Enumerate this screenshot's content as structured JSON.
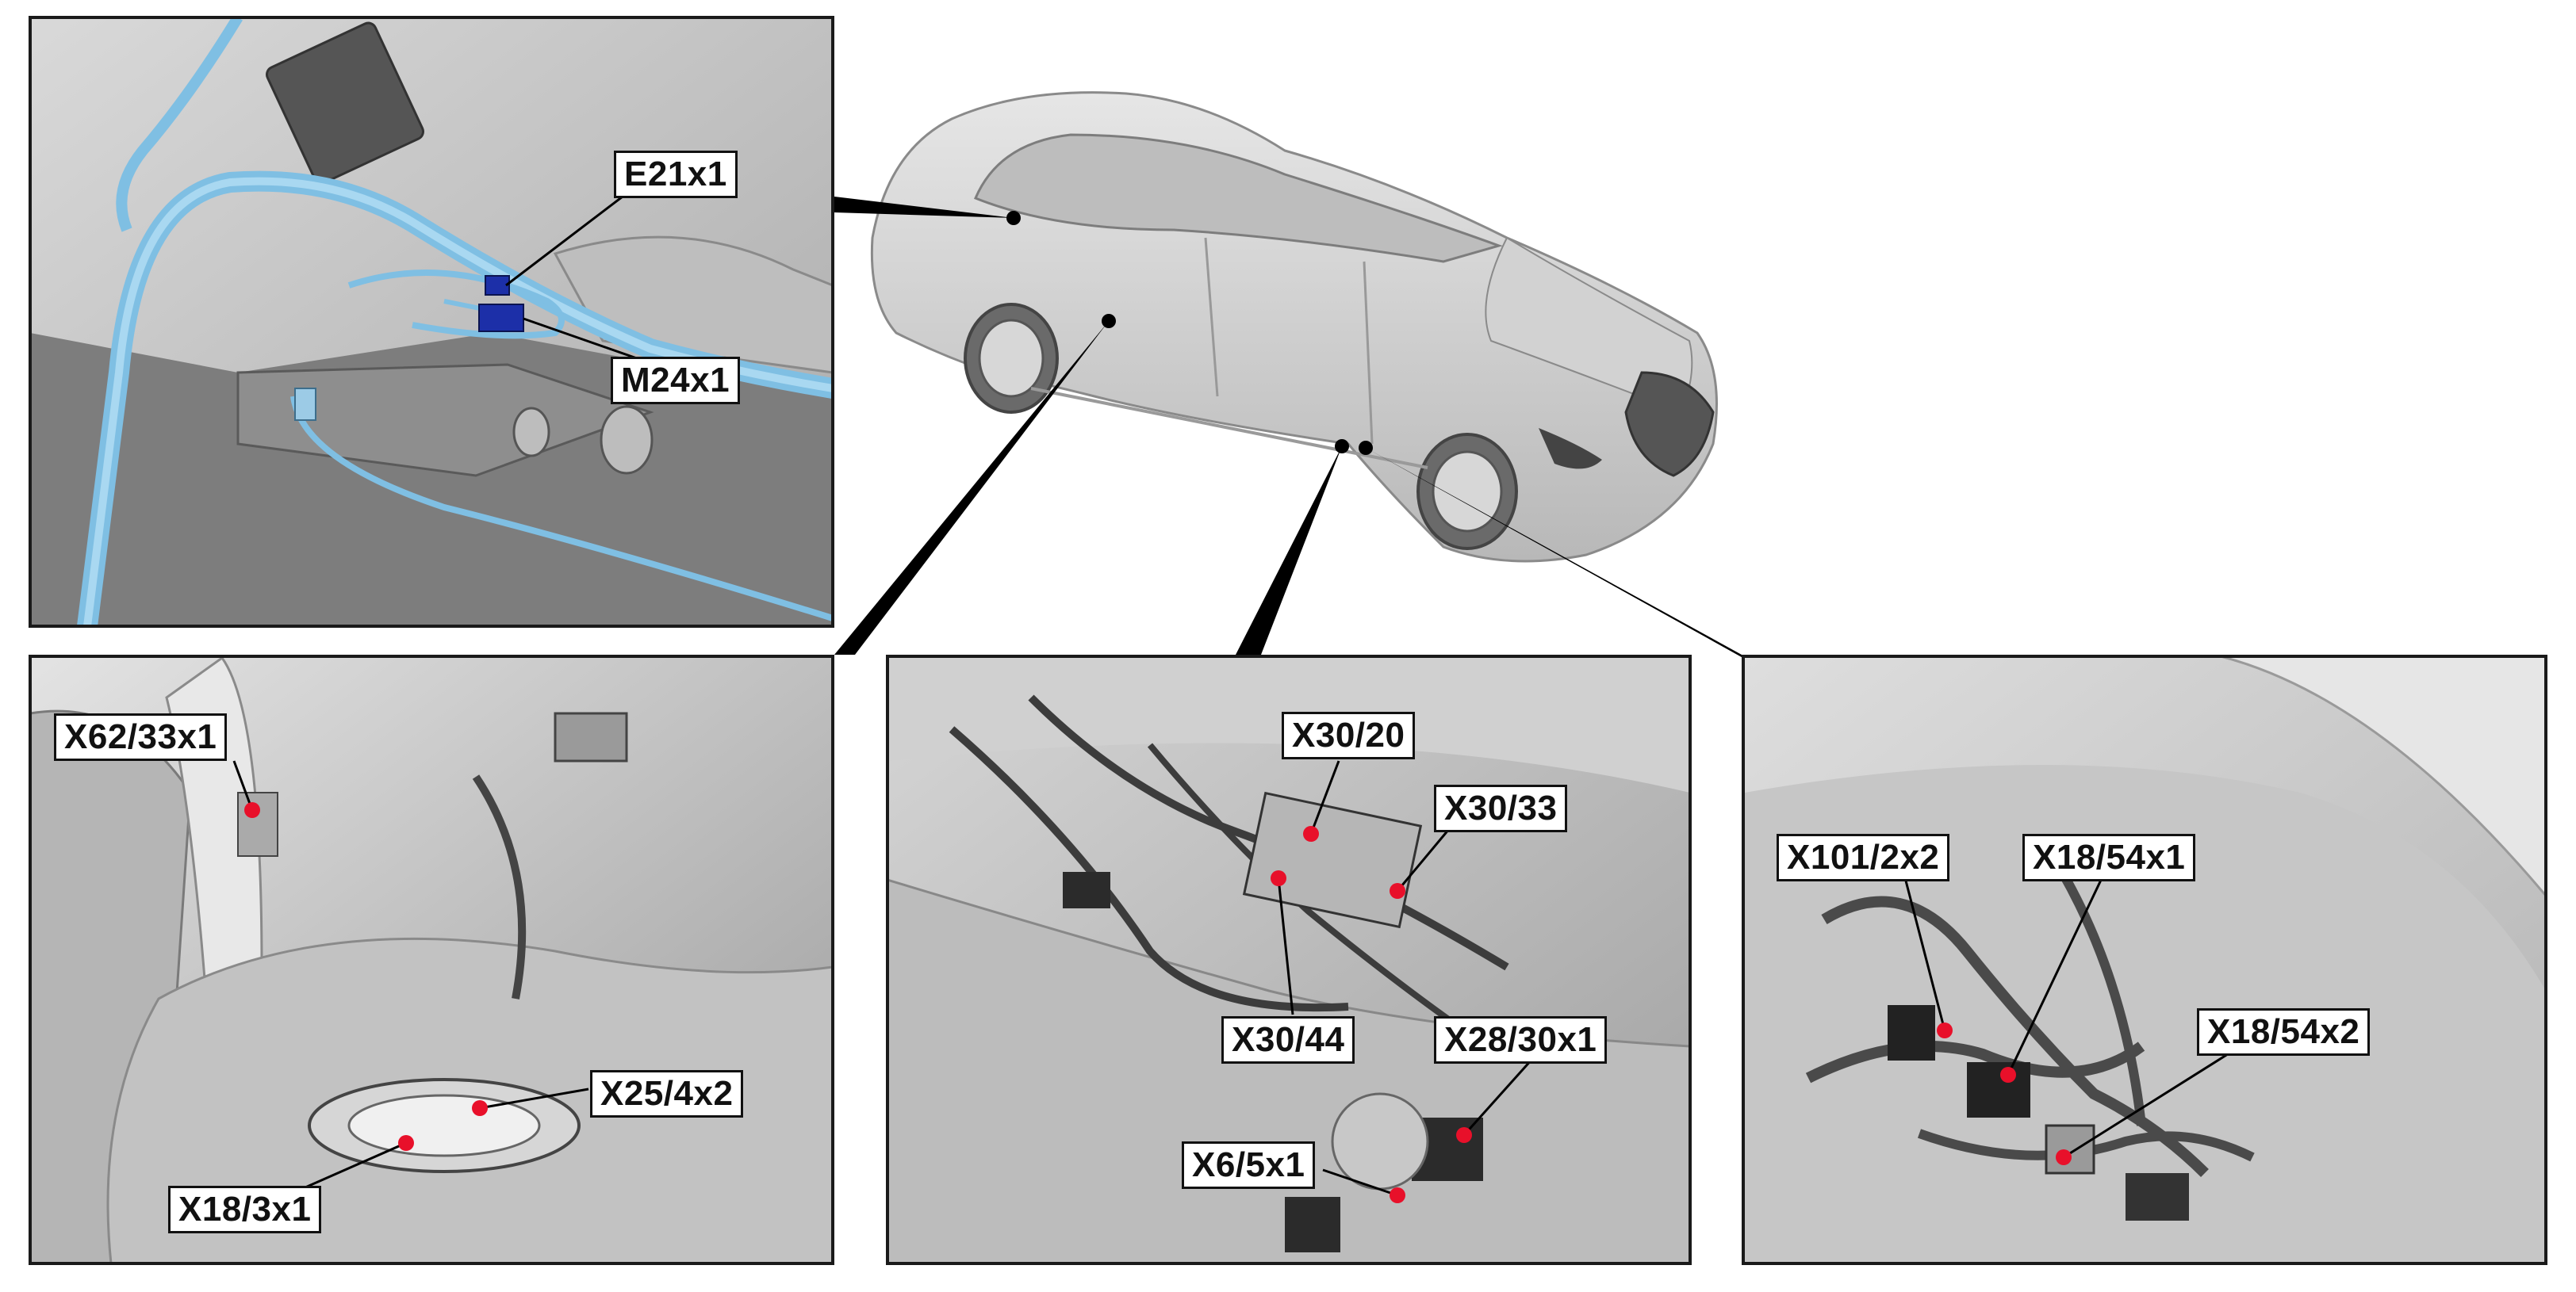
{
  "colors": {
    "panel_border": "#1a1a1a",
    "background_gray": "#c8c8c8",
    "marker_red": "#e8102a",
    "cable_blue": "#8ec8e8",
    "component_blue": "#1c2fa8",
    "label_text": "#111111"
  },
  "callouts": {
    "e21x1": "E21x1",
    "m24x1": "M24x1",
    "x62_33x1": "X62/33x1",
    "x25_4x2": "X25/4x2",
    "x18_3x1": "X18/3x1",
    "x30_20": "X30/20",
    "x30_33": "X30/33",
    "x30_44": "X30/44",
    "x28_30x1": "X28/30x1",
    "x6_5x1": "X6/5x1",
    "x101_2x2": "X101/2x2",
    "x18_54x1": "X18/54x1",
    "x18_54x2": "X18/54x2"
  }
}
